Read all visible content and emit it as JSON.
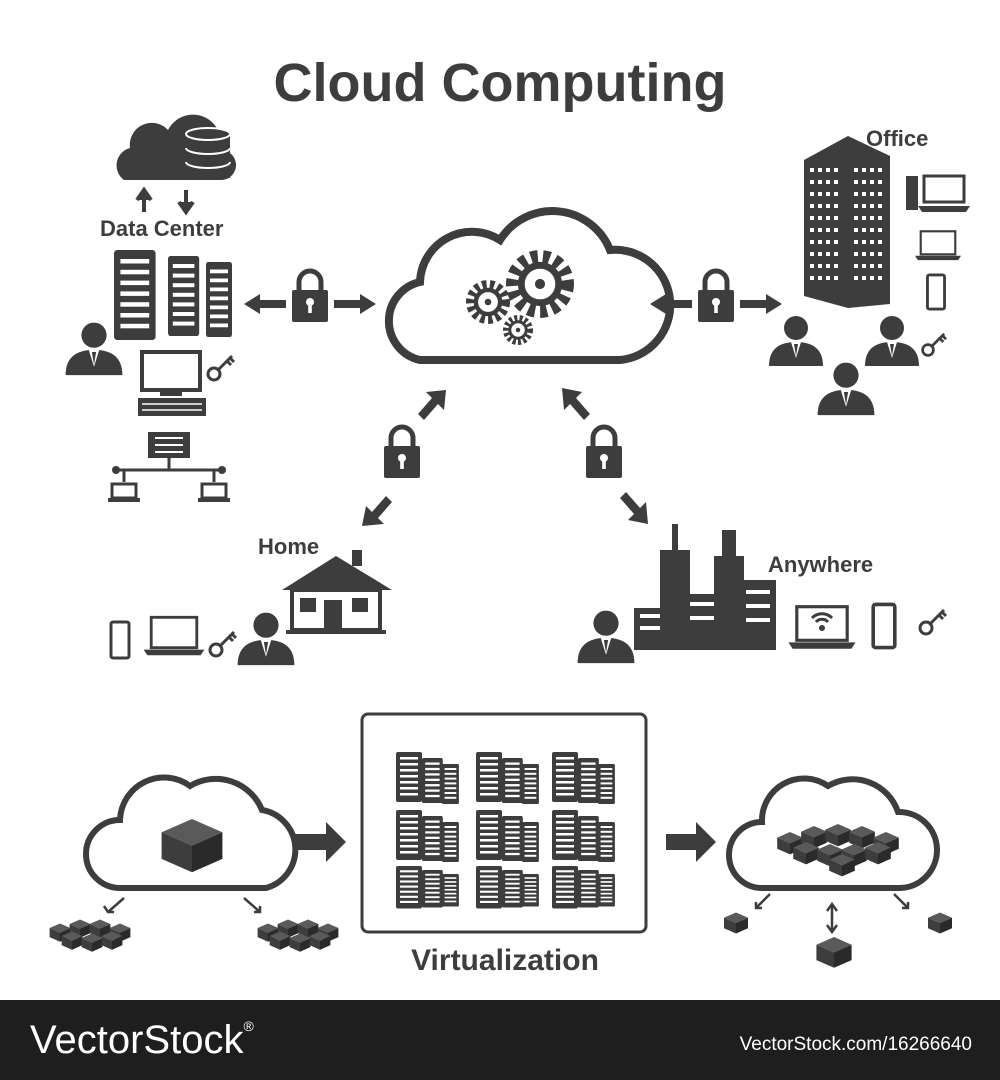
{
  "title": "Cloud Computing",
  "labels": {
    "data_center": "Data Center",
    "office": "Office",
    "home": "Home",
    "anywhere": "Anywhere",
    "virtualization": "Virtualization"
  },
  "footer": {
    "brand": "VectorStock",
    "trademark": "®",
    "url": "VectorStock.com/16266640"
  },
  "colors": {
    "icon": "#3d3d3d",
    "background": "#ffffff",
    "footer": "#1e1e1e"
  },
  "icons": [
    "cloud-icon",
    "database-icon",
    "server-rack-icon",
    "lock-icon",
    "gear-icon",
    "person-icon",
    "desktop-icon",
    "laptop-icon",
    "phone-icon",
    "key-icon",
    "building-icon",
    "house-icon",
    "city-icon",
    "wifi-icon",
    "cube-icon",
    "arrow-icon"
  ]
}
